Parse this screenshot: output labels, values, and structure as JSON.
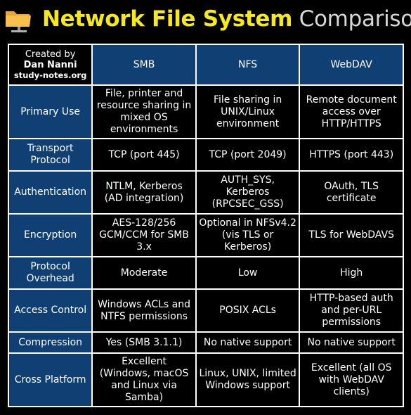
{
  "header": {
    "icon": "folder-icon",
    "title_part1": "Network File System",
    "title_part2": "Comparison"
  },
  "corner": {
    "created_by": "Created by",
    "author": "Dan Nanni",
    "site": "study-notes.org"
  },
  "columns": [
    "SMB",
    "NFS",
    "WebDAV"
  ],
  "rows": [
    {
      "label": "Primary Use",
      "cells": [
        "File, printer and resource sharing in mixed OS environments",
        "File sharing in UNIX/Linux environment",
        "Remote document access over HTTP/HTTPS"
      ]
    },
    {
      "label": "Transport Protocol",
      "cells": [
        "TCP (port 445)",
        "TCP (port 2049)",
        "HTTPS (port 443)"
      ]
    },
    {
      "label": "Authentication",
      "cells": [
        "NTLM, Kerberos (AD integration)",
        "AUTH_SYS, Kerberos (RPCSEC_GSS)",
        "OAuth, TLS certificate"
      ]
    },
    {
      "label": "Encryption",
      "cells": [
        "AES-128/256 GCM/CCM for SMB 3.x",
        "Optional in NFSv4.2 (vis TLS or Kerberos)",
        "TLS for WebDAVS"
      ]
    },
    {
      "label": "Protocol Overhead",
      "cells": [
        "Moderate",
        "Low",
        "High"
      ]
    },
    {
      "label": "Access Control",
      "cells": [
        "Windows ACLs and NTFS permissions",
        "POSIX ACLs",
        "HTTP-based auth and per-URL permissions"
      ]
    },
    {
      "label": "Compression",
      "cells": [
        "Yes (SMB 3.1.1)",
        "No native support",
        "No native support"
      ]
    },
    {
      "label": "Cross Platform",
      "cells": [
        "Excellent (Windows, macOS and Linux via Samba)",
        "Linux, UNIX, limited Windows support",
        "Excellent (all OS with WebDAV clients)"
      ]
    }
  ],
  "colors": {
    "background": "#000000",
    "title_yellow": "#f5e81c",
    "title_gray": "#d8d8d8",
    "label_blue": "#0f3f73",
    "border": "#ffffff"
  }
}
